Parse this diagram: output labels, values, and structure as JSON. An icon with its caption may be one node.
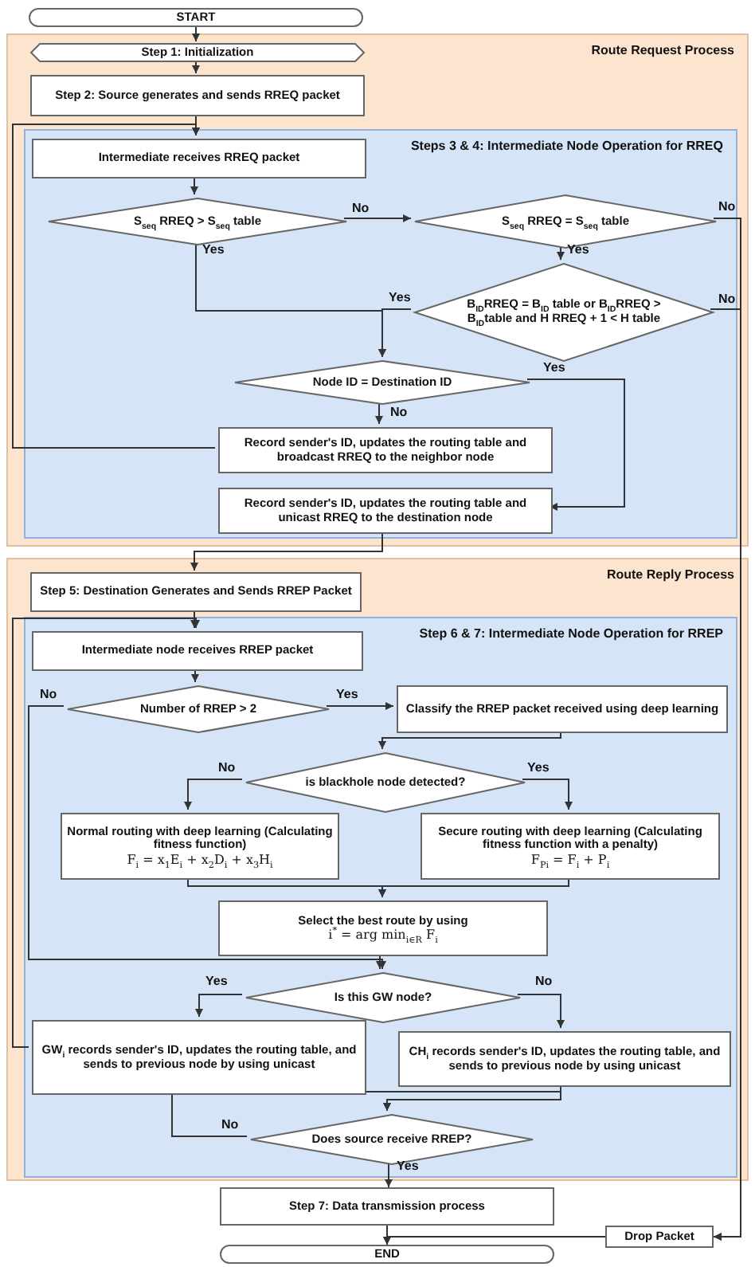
{
  "diagram": {
    "nodes": [
      {
        "text": [
          "START"
        ]
      },
      {
        "text": [
          "Route Request Process"
        ]
      },
      {
        "text": [
          "Step 1: Initialization"
        ],
        "in": 1
      },
      {
        "text": [
          "Step 2: Source generates and sends RREQ packet"
        ],
        "in": 1
      },
      {
        "text": [
          "Steps 3 & 4: Intermediate Node Operation for RREQ"
        ],
        "in": 1
      },
      {
        "text": [
          "Intermediate receives RREQ packet"
        ],
        "in": 4
      },
      {
        "text": [
          "S$_{seq}$ RREQ > S$_{seq}$ table"
        ],
        "in": 4
      },
      {
        "text": [
          "S$_{seq}$ RREQ = S$_{seq}$ table"
        ],
        "in": 4
      },
      {
        "text": [
          "B$_{ID}$RREQ = B$_{ID}$ table or B$_{ID}$RREQ > B$_{ID}$table and H RREQ + 1 < H table"
        ],
        "in": 4
      },
      {
        "text": [
          "Node ID = Destination ID"
        ],
        "in": 4
      },
      {
        "text": [
          "Record sender's ID, updates the routing table and broadcast RREQ to the neighbor node"
        ],
        "in": 4
      },
      {
        "text": [
          "Record sender's ID, updates the routing table and unicast RREQ to the destination node"
        ],
        "in": 4
      },
      {
        "text": [
          "Route Reply Process"
        ]
      },
      {
        "text": [
          "Step 5: Destination Generates and Sends RREP Packet"
        ],
        "in": 12
      },
      {
        "text": [
          "Step 6 & 7: Intermediate Node Operation for RREP"
        ],
        "in": 12
      },
      {
        "text": [
          "Intermediate node receives RREP packet"
        ],
        "in": 14
      },
      {
        "text": [
          "Number of RREP > 2"
        ],
        "in": 14
      },
      {
        "text": [
          "Classify the RREP packet received using deep learning"
        ],
        "in": 14
      },
      {
        "text": [
          "is blackhole node detected?"
        ],
        "in": 14
      },
      {
        "text": [
          "Normal routing with deep learning (Calculating fitness function)",
          "F$_{i}$ = x$_{1}$E$_{i}$ + x$_{2}$D$_{i}$ + x$_{3}$H$_{i}$"
        ],
        "in": 14
      },
      {
        "text": [
          "Secure routing with deep learning (Calculating fitness function with a penalty)",
          "F$_{Pi}$ = F$_{i}$ + P$_{i}$"
        ],
        "in": 14
      },
      {
        "text": [
          "Select the best route by using",
          "i$^{*}$ = arg min$_{i∈R}$ F$_{i}$"
        ],
        "in": 14
      },
      {
        "text": [
          "Is this GW node?"
        ],
        "in": 14
      },
      {
        "text": [
          "GW$_{i}$ records sender's ID, updates the routing table, and sends to previous node by using unicast"
        ],
        "in": 14
      },
      {
        "text": [
          "CH$_{i}$ records sender's ID, updates the routing table, and sends to previous node by using unicast"
        ],
        "in": 14
      },
      {
        "text": [
          "Does source receive RREP?"
        ],
        "in": 14
      },
      {
        "text": [
          "Step 7: Data transmission process"
        ]
      },
      {
        "text": [
          "Drop Packet"
        ]
      },
      {
        "text": [
          "END"
        ]
      }
    ],
    "edges": [
      {
        "from": 0,
        "to": 2,
        "arrow": "to"
      },
      {
        "from": 2,
        "to": 3,
        "arrow": "to"
      },
      {
        "from": 3,
        "to": 5,
        "arrow": "to"
      },
      {
        "from": 5,
        "to": 6,
        "arrow": "to"
      },
      {
        "from": 6,
        "to": 7,
        "arrow": "to",
        "label": "No"
      },
      {
        "from": 6,
        "to": 9,
        "arrow": "to",
        "label": "Yes"
      },
      {
        "from": 7,
        "to": 8,
        "arrow": "to",
        "label": "Yes"
      },
      {
        "from": 7,
        "to": 27,
        "arrow": "to",
        "label": "No"
      },
      {
        "from": 8,
        "to": 27,
        "arrow": "to",
        "label": "No"
      },
      {
        "from": 8,
        "to": 9,
        "arrow": "to",
        "label": "Yes"
      },
      {
        "from": 9,
        "to": 11,
        "arrow": "to",
        "label": "Yes"
      },
      {
        "from": 9,
        "to": 10,
        "arrow": "to",
        "label": "No"
      },
      {
        "from": 10,
        "to": 5,
        "arrow": "to"
      },
      {
        "from": 11,
        "to": 13,
        "arrow": "to"
      },
      {
        "from": 13,
        "to": 15,
        "arrow": "to"
      },
      {
        "from": 15,
        "to": 16,
        "arrow": "to"
      },
      {
        "from": 16,
        "to": 17,
        "arrow": "to",
        "label": "Yes"
      },
      {
        "from": 16,
        "to": 22,
        "arrow": "to",
        "label": "No"
      },
      {
        "from": 17,
        "to": 18,
        "arrow": "to"
      },
      {
        "from": 18,
        "to": 19,
        "arrow": "to",
        "label": "No"
      },
      {
        "from": 18,
        "to": 20,
        "arrow": "to",
        "label": "Yes"
      },
      {
        "from": 19,
        "to": 21,
        "arrow": "to"
      },
      {
        "from": 20,
        "to": 21,
        "arrow": "to"
      },
      {
        "from": 21,
        "to": 22,
        "arrow": "to"
      },
      {
        "from": 22,
        "to": 23,
        "arrow": "to",
        "label": "Yes"
      },
      {
        "from": 22,
        "to": 24,
        "arrow": "to",
        "label": "No"
      },
      {
        "from": 23,
        "to": 15,
        "arrow": "to"
      },
      {
        "from": 24,
        "to": 25,
        "arrow": "to"
      },
      {
        "from": 25,
        "to": 25,
        "arrow": "to",
        "label": "No"
      },
      {
        "from": 25,
        "to": 26,
        "arrow": "to",
        "label": "Yes"
      },
      {
        "from": 26,
        "to": 28,
        "arrow": "to"
      },
      {
        "from": 27,
        "to": 28,
        "arrow": "to"
      }
    ]
  }
}
